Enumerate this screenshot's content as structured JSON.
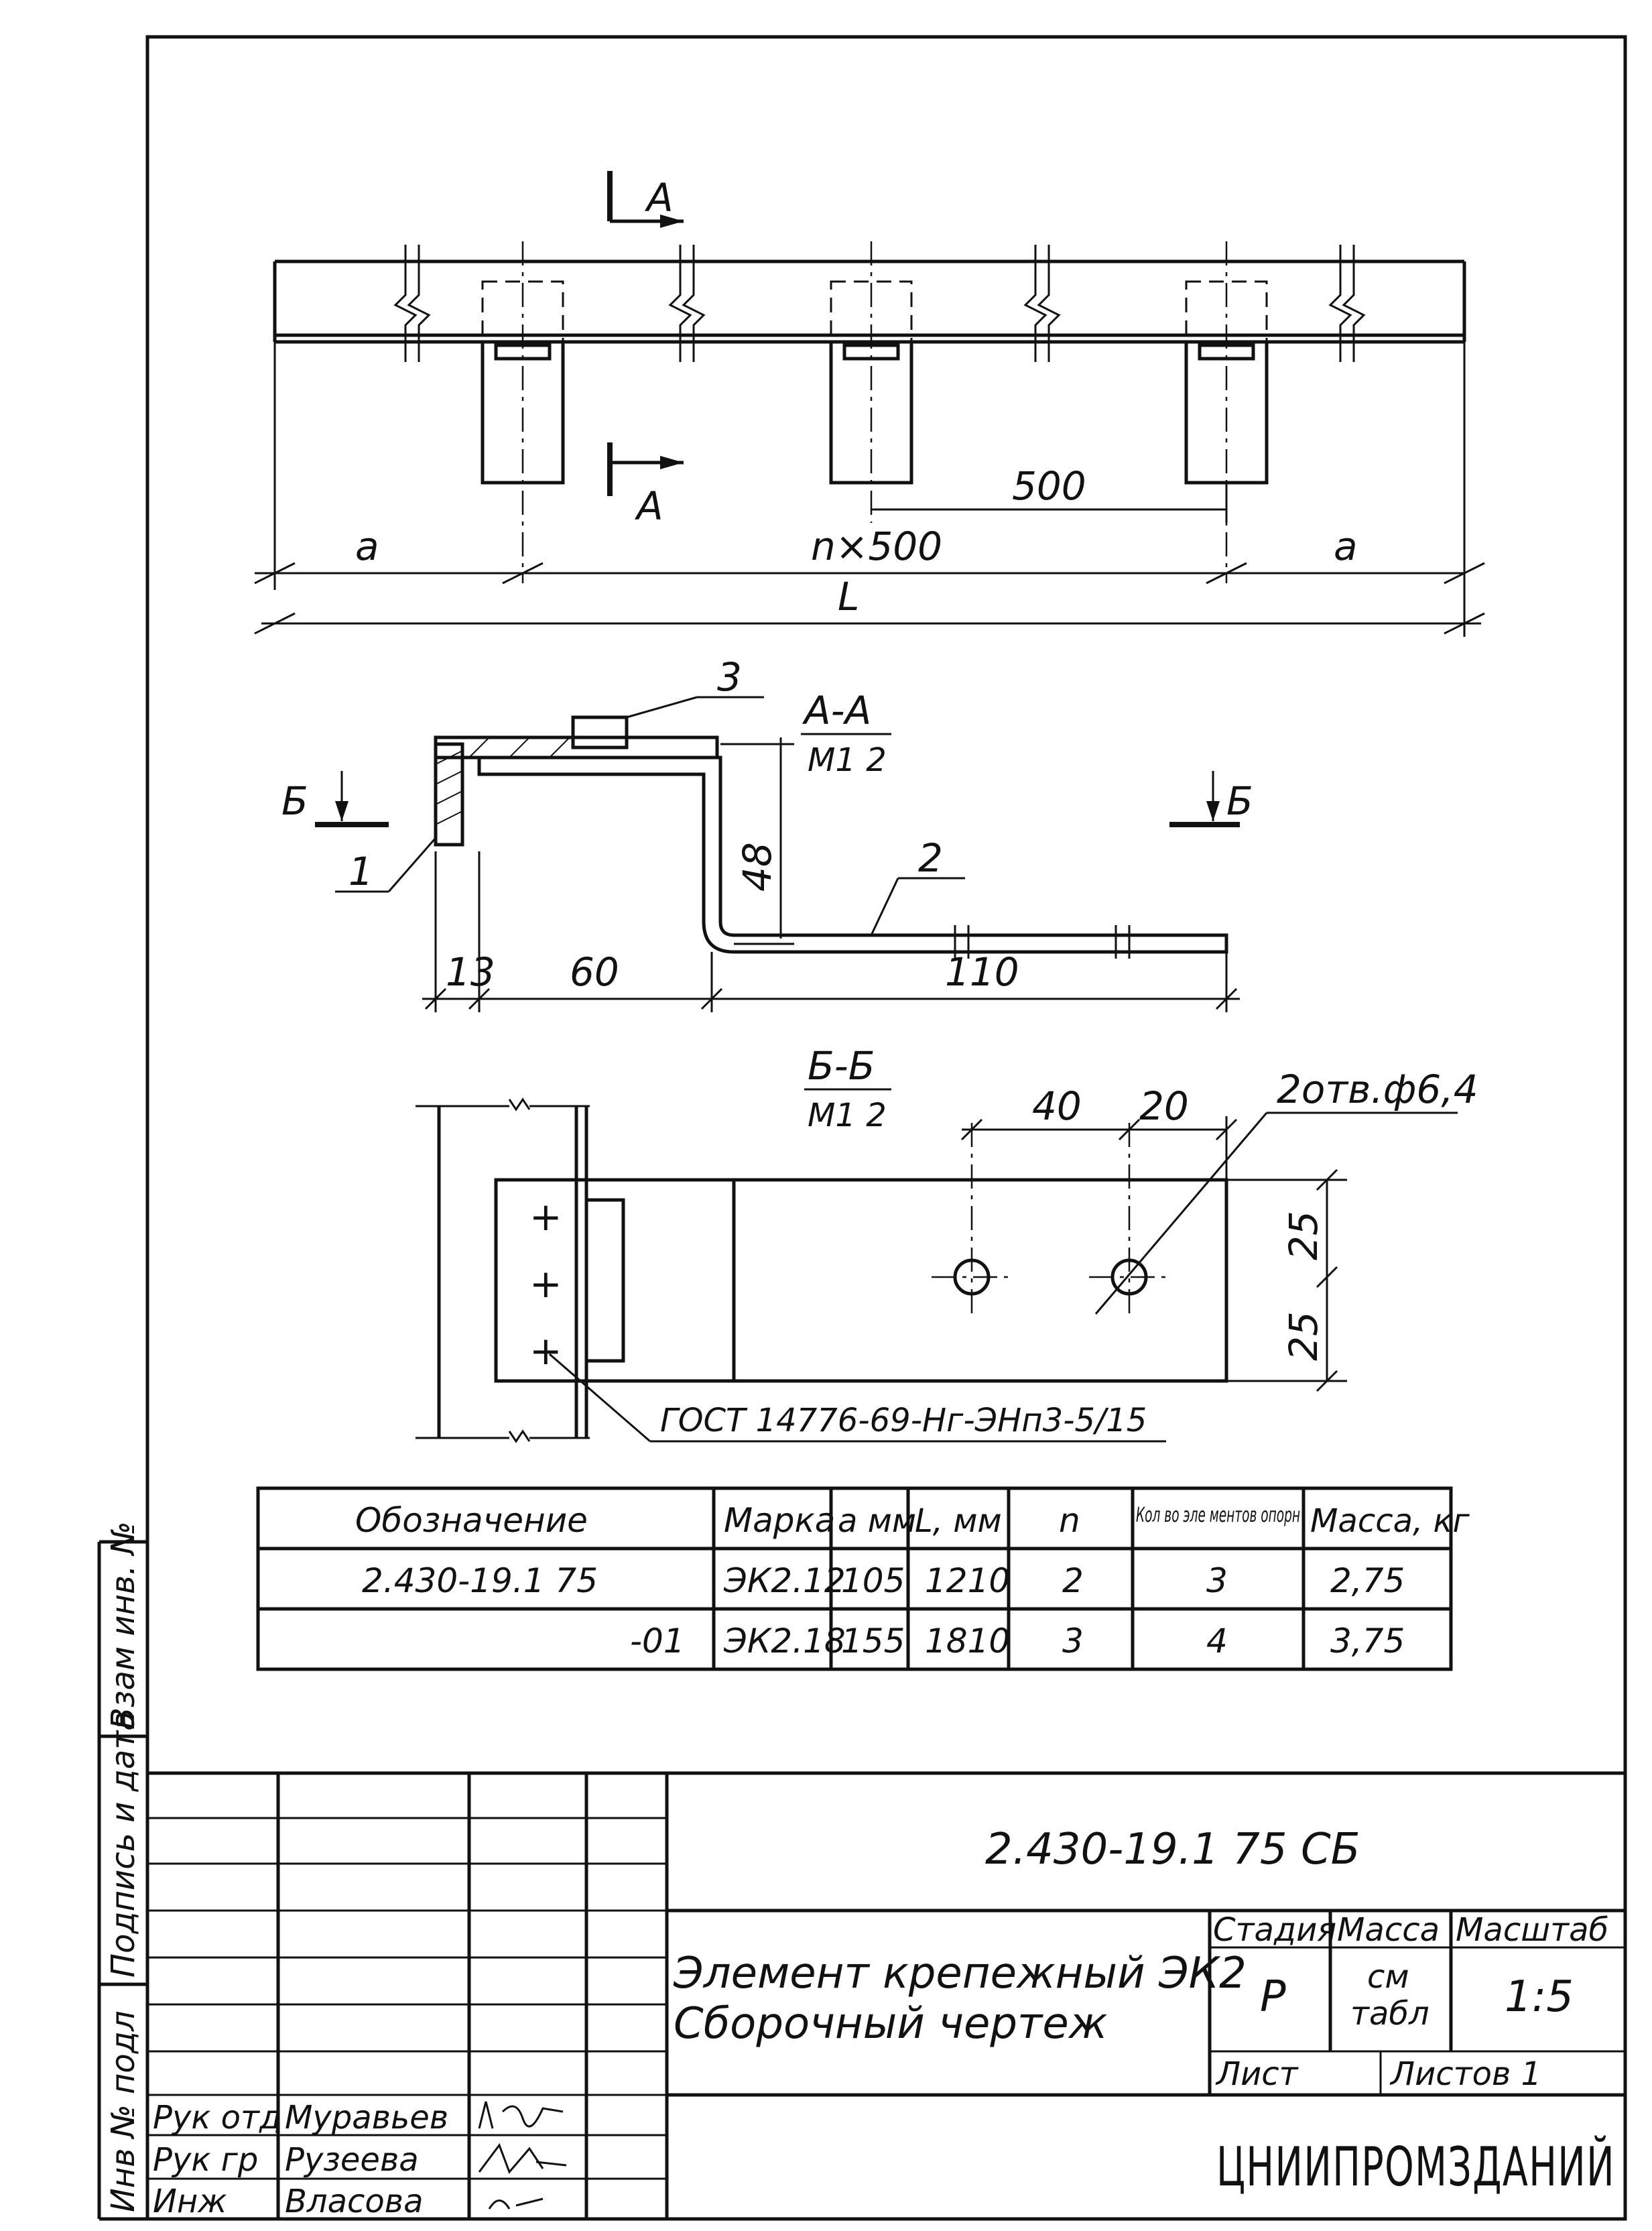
{
  "view_top": {
    "section_letter_1": "A",
    "section_letter_2": "A",
    "pitch": "500",
    "end_offset_left": "a",
    "span": "n×500",
    "end_offset_right": "a",
    "total_length": "L"
  },
  "section_aa": {
    "title": "A-A",
    "scale": "M1 2",
    "section_marker_left": "Б",
    "section_marker_right": "Б",
    "callout_1": "1",
    "callout_2": "2",
    "callout_3": "3",
    "dim_height": "48",
    "dim_13": "13",
    "dim_60": "60",
    "dim_110": "110"
  },
  "section_bb": {
    "title": "Б-Б",
    "scale": "M1 2",
    "dim_40": "40",
    "dim_20": "20",
    "hole_note": "2отв.ф6,4",
    "dim_25_top": "25",
    "dim_25_bottom": "25",
    "weld_note": "ГОСТ 14776-69-Нг-ЭНп3-5/15"
  },
  "spec_table": {
    "headers": [
      "Обозначение",
      "Марка",
      "а мм",
      "L, мм",
      "n",
      "Кол во эле ментов опорн",
      "Масса, кг"
    ],
    "rows": [
      [
        "2.430-19.1 75",
        "ЭК2.12",
        "105",
        "1210",
        "2",
        "3",
        "2,75"
      ],
      [
        "-01",
        "ЭК2.18",
        "155",
        "1810",
        "3",
        "4",
        "3,75"
      ]
    ]
  },
  "side_stamp": {
    "cells": [
      "Инв № подл",
      "Подпись и дата",
      "Взам инв. №"
    ]
  },
  "title_block": {
    "doc_code": "2.430-19.1 75 СБ",
    "title_line1": "Элемент крепежный ЭК2",
    "title_line2": "Сборочный чертеж",
    "stage_label": "Стадия",
    "mass_label": "Масса",
    "scale_label": "Масштаб",
    "stage_value": "Р",
    "mass_value_1": "см",
    "mass_value_2": "табл",
    "scale_value": "1:5",
    "sheet_label": "Лист",
    "sheets_label": "Листов 1",
    "organization": "ЦНИИПРОМЗДАНИЙ",
    "roles": [
      "Рук отд",
      "Рук гр",
      "Инж"
    ],
    "names": [
      "Муравьев",
      "Рузеева",
      "Власова"
    ]
  }
}
